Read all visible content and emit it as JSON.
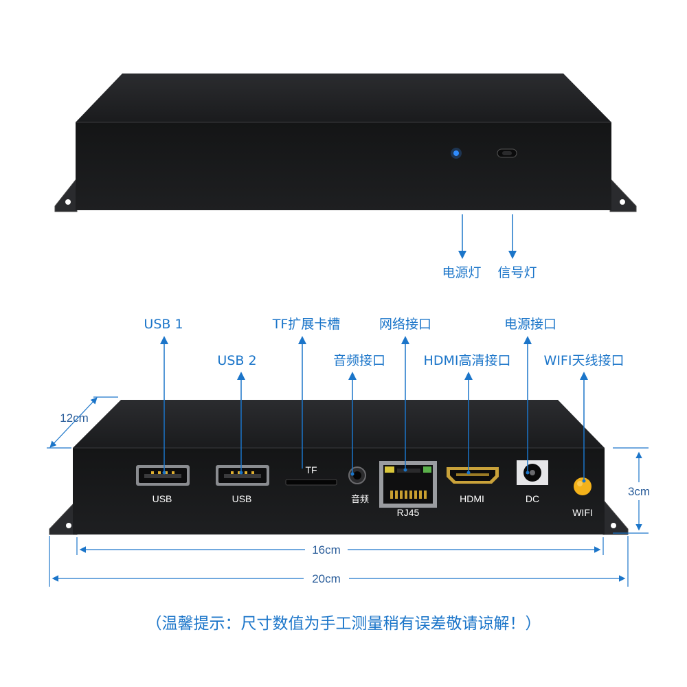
{
  "front_panel": {
    "power_light_label": "电源灯",
    "signal_light_label": "信号灯",
    "indicator_color": "#2f8cff"
  },
  "rear_panel": {
    "callouts": {
      "usb1": "USB 1",
      "usb2": "USB 2",
      "tf_slot": "TF扩展卡槽",
      "audio": "音频接口",
      "network": "网络接口",
      "hdmi": "HDMI高清接口",
      "power": "电源接口",
      "wifi": "WIFI天线接口"
    },
    "port_labels": {
      "usb1": "USB",
      "usb2": "USB",
      "tf": "TF",
      "audio": "音频",
      "rj45": "RJ45",
      "hdmi": "HDMI",
      "dc": "DC",
      "wifi": "WIFI"
    }
  },
  "dimensions": {
    "depth": "12cm",
    "height": "3cm",
    "inner_width": "16cm",
    "outer_width": "20cm"
  },
  "note": "（温馨提示：尺寸数值为手工测量稍有误差敬请谅解！）",
  "colors": {
    "callout_blue": "#1b75c9",
    "device_body": "#1c1d1f",
    "wifi_antenna": "#f4b21a"
  }
}
